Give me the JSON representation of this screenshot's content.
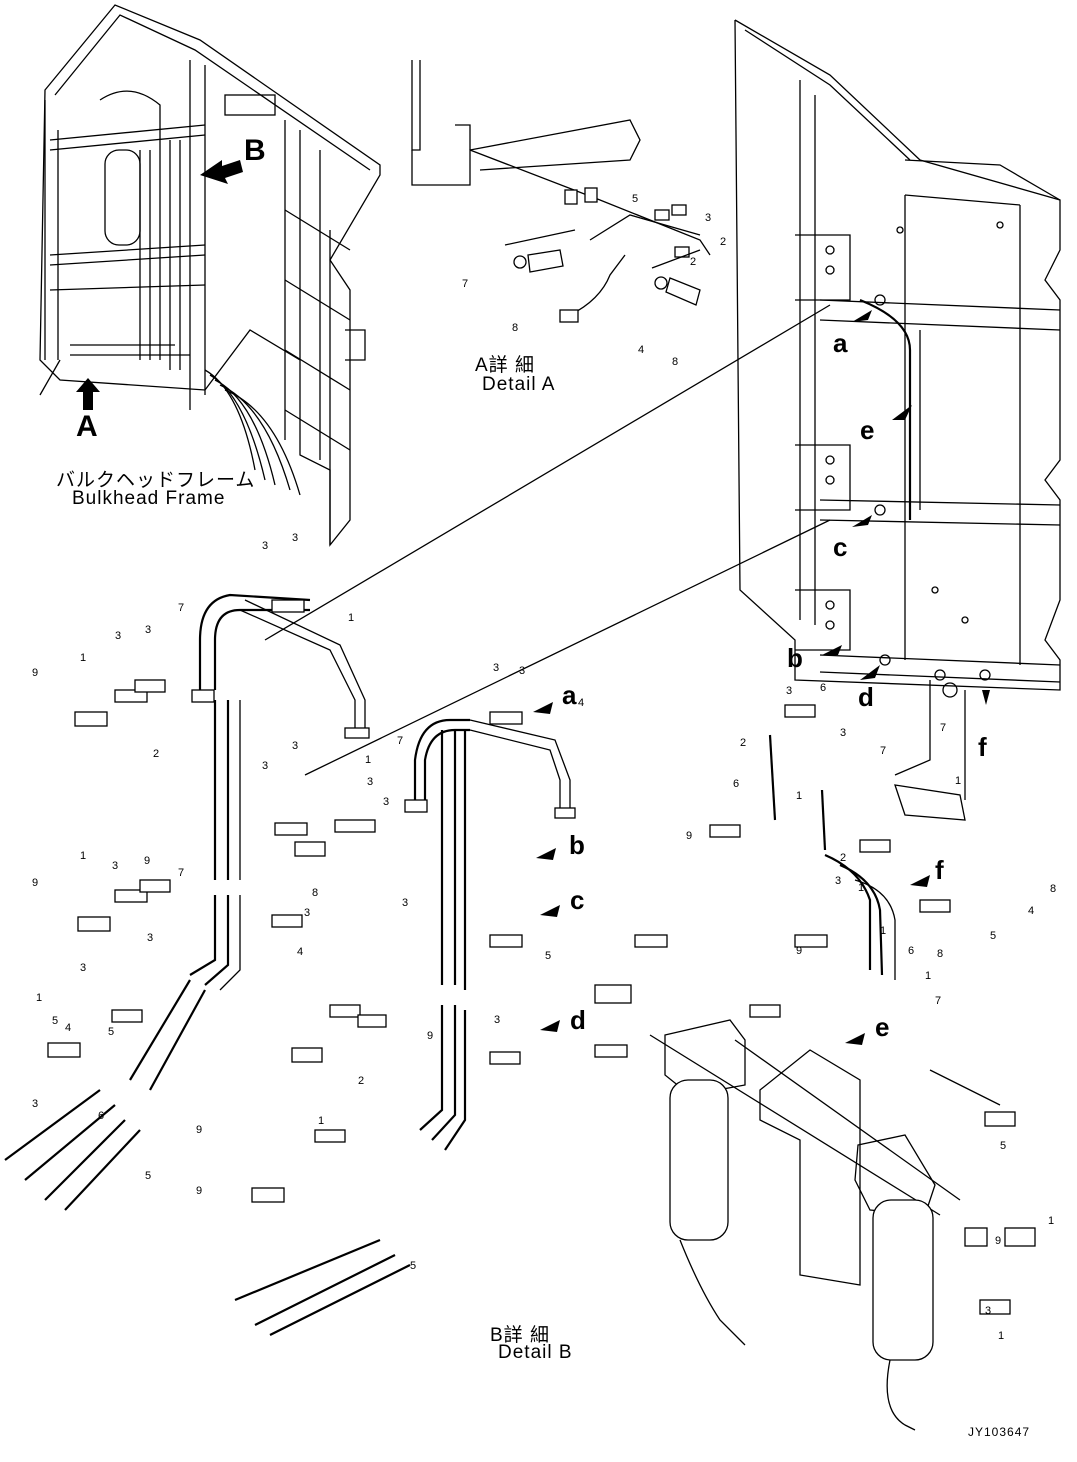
{
  "top_left_view": {
    "title_jp": "バルクヘッドフレーム",
    "title_en": "Bulkhead  Frame",
    "arrow_a": "A",
    "arrow_b": "B"
  },
  "detail_a": {
    "title_jp": "A詳 細",
    "title_en": "Detail  A",
    "part_numbers": [
      "5",
      "3",
      "2",
      "2",
      "7",
      "8",
      "4",
      "8"
    ]
  },
  "detail_b": {
    "title_jp": "B詳 細",
    "title_en": "Detail  B"
  },
  "connection_letters": {
    "a_right": "a",
    "e_right": "e",
    "c_right": "c",
    "b_right": "b",
    "d_right": "d",
    "f_right": "f",
    "a_mid": "a",
    "b_mid": "b",
    "c_mid": "c",
    "d_mid": "d",
    "e_mid": "e",
    "f_mid": "f"
  },
  "part_labels": [
    "3",
    "3",
    "1",
    "7",
    "3",
    "3",
    "9",
    "1",
    "2",
    "3",
    "3",
    "4",
    "3",
    "3",
    "7",
    "1",
    "3",
    "3",
    "9",
    "1",
    "3",
    "3",
    "8",
    "7",
    "3",
    "9",
    "1",
    "3",
    "3",
    "4",
    "5",
    "3",
    "6",
    "5",
    "9",
    "5",
    "4",
    "5",
    "9",
    "5",
    "9",
    "3",
    "2",
    "1",
    "2",
    "3",
    "6",
    "3",
    "7",
    "7",
    "1",
    "9",
    "6",
    "1",
    "2",
    "8",
    "4",
    "5",
    "8",
    "3",
    "1",
    "1",
    "9",
    "6",
    "1",
    "7",
    "5",
    "1",
    "9",
    "3",
    "1"
  ],
  "drawing_code": "JY103647"
}
